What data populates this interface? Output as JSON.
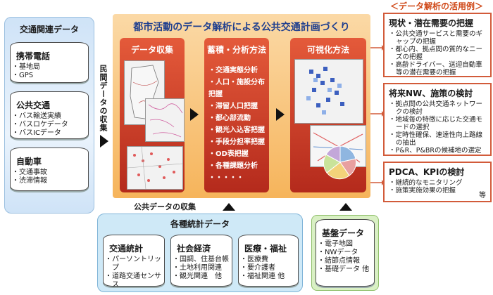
{
  "left": {
    "title": "交通関連データ",
    "groups": [
      {
        "title": "携帯電話",
        "items": [
          "基地局",
          "GPS"
        ]
      },
      {
        "title": "公共交通",
        "items": [
          "バス輸送実績",
          "バスロケデータ",
          "バスICデータ"
        ]
      },
      {
        "title": "自動車",
        "items": [
          "交通事故",
          "渋滞情報"
        ]
      }
    ],
    "vertical_label": "民間データの収集"
  },
  "main": {
    "title": "都市活動のデータ解析による公共交通計画づくり",
    "col1": "データ収集",
    "col2": "蓄積・分析方法",
    "col3": "可視化方法",
    "methods": [
      "交通実態分析",
      "人口・施設分布把握",
      "滞留人口把握",
      "都心部流動",
      "観光入込客把握",
      "手段分担率把握",
      "OD表把握",
      "各種課題分析",
      "・・・・"
    ]
  },
  "right": {
    "title": "＜データ解析の活用例＞",
    "boxes": [
      {
        "title": "現状・潜在需要の把握",
        "items": [
          "公共交通サービスと需要のギャップの把握",
          "都心内、拠点間の質的なニーズの把握",
          "高齢ドライバー、送迎自動車等の潜在需要の把握"
        ]
      },
      {
        "title": "将来NW、施策の検討",
        "items": [
          "拠点間の公共交通ネットワークの検討",
          "地域毎の特徴に応じた交通モードの選択",
          "定時性確保、速達性向上路線の抽出",
          "P&R、P&BRの候補地の選定"
        ]
      },
      {
        "title": "PDCA、KPIの検討",
        "items": [
          "継続的なモニタリング",
          "施策実施効果の把握"
        ],
        "note": "等"
      }
    ]
  },
  "bottom": {
    "public_label": "公共データの収集",
    "stats_title": "各種統計データ",
    "stats": [
      {
        "title": "交通統計",
        "items": [
          "パーソントリップ",
          "道路交通センサス"
        ]
      },
      {
        "title": "社会経済",
        "items": [
          "国調、住基台帳",
          "土地利用関連",
          "観光関連　他"
        ]
      },
      {
        "title": "医療・福祉",
        "items": [
          "医療費",
          "要介護者",
          "福祉関連 他"
        ]
      }
    ],
    "base_title": "基盤データ",
    "base_items": [
      "電子地図",
      "NWデータ",
      "結節点情報",
      "基礎データ 他"
    ]
  },
  "chart_colors": {
    "pie": [
      "#8fb6e0",
      "#e8a0a0",
      "#f3d27a",
      "#c9e39a",
      "#c3a7d9"
    ]
  }
}
